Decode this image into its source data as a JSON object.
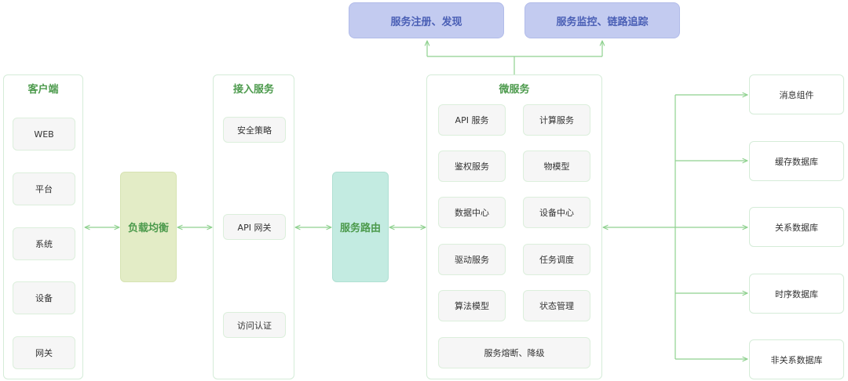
{
  "top": {
    "registry": "服务注册、发现",
    "monitor": "服务监控、链路追踪"
  },
  "client": {
    "title": "客户端",
    "items": [
      "WEB",
      "平台",
      "系统",
      "设备",
      "网关"
    ]
  },
  "load_balance": "负载均衡",
  "access": {
    "title": "接入服务",
    "items": [
      "安全策略",
      "API 网关",
      "访问认证"
    ]
  },
  "routing": "服务路由",
  "micro": {
    "title": "微服务",
    "items": [
      "API 服务",
      "计算服务",
      "鉴权服务",
      "物模型",
      "数据中心",
      "设备中心",
      "驱动服务",
      "任务调度",
      "算法模型",
      "状态管理"
    ],
    "wide": "服务熔断、降级"
  },
  "storage": {
    "items": [
      "消息组件",
      "缓存数据库",
      "关系数据库",
      "时序数据库",
      "非关系数据库"
    ]
  },
  "colors": {
    "line": "#8fd18f",
    "load_balance_bg": "#e3ecc6",
    "routing_bg": "#c3ebe1",
    "top_bg": "#c3cbf0"
  }
}
